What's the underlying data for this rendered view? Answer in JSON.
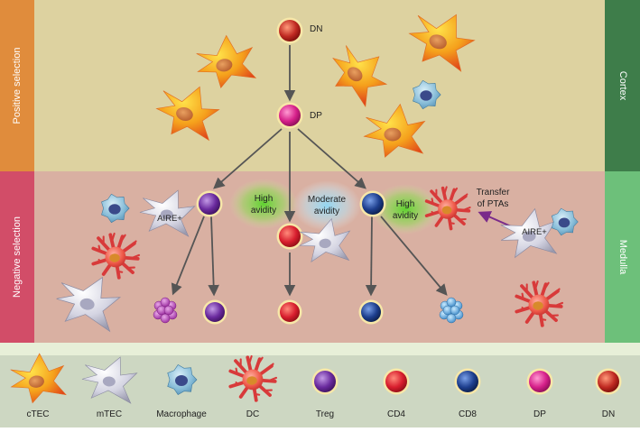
{
  "side_labels": {
    "positive": "Positive selection",
    "negative": "Negative selection",
    "cortex": "Cortex",
    "medulla": "Medulla"
  },
  "nodes": {
    "dn": "DN",
    "dp": "DP"
  },
  "avidity": {
    "high_left": [
      "High",
      "avidity"
    ],
    "moderate": [
      "Moderate",
      "avidity"
    ],
    "high_right": [
      "High",
      "avidity"
    ]
  },
  "annotations": {
    "aire_left": "AIRE+",
    "aire_right": "AIRE+",
    "transfer": [
      "Transfer",
      "of PTAs"
    ]
  },
  "legend": [
    {
      "key": "ctec",
      "label": "cTEC"
    },
    {
      "key": "mtec",
      "label": "mTEC"
    },
    {
      "key": "macrophage",
      "label": "Macrophage"
    },
    {
      "key": "dc",
      "label": "DC"
    },
    {
      "key": "treg",
      "label": "Treg"
    },
    {
      "key": "cd4",
      "label": "CD4"
    },
    {
      "key": "cd8",
      "label": "CD8"
    },
    {
      "key": "dp",
      "label": "DP"
    },
    {
      "key": "dn",
      "label": "DN"
    }
  ],
  "colors": {
    "cortex_bg": "#ddd2a0",
    "medulla_bg": "#d9b0a2",
    "positive_bar": "#e08c3c",
    "negative_bar": "#d24d68",
    "cortex_bar": "#3e7d4a",
    "medulla_bar": "#6dc07a",
    "legend_bg": "#cdd7c2",
    "treg": "#6a2a9e",
    "cd4": "#d81e2e",
    "cd8": "#1e3f8e",
    "dp": "#d6208a",
    "dn": "#c02a22",
    "arrow": "#555555",
    "transfer_arrow": "#7a2a8a"
  }
}
